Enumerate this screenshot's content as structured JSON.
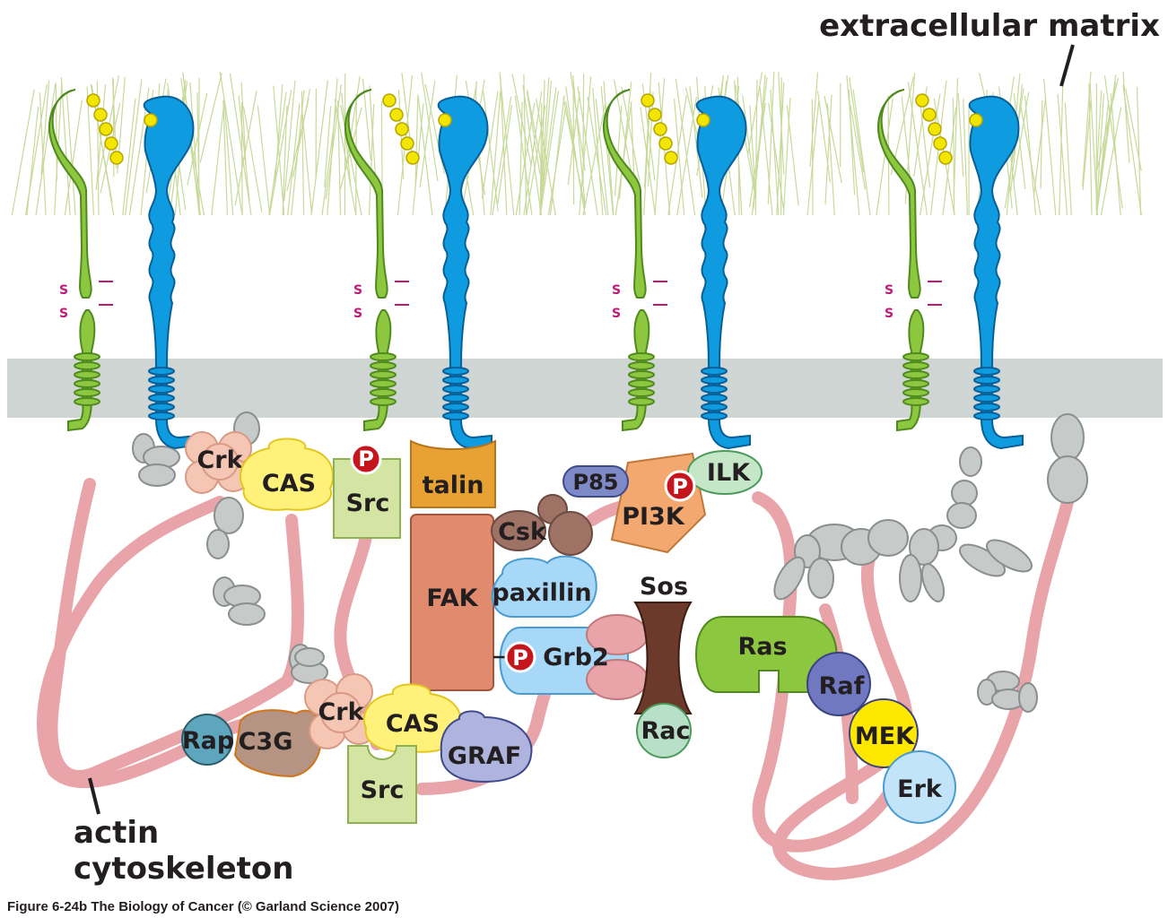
{
  "labels": {
    "extracellular_matrix": "extracellular matrix",
    "actin_cytoskeleton_line1": "actin",
    "actin_cytoskeleton_line2": "cytoskeleton",
    "caption": "Figure 6-24b  The Biology of Cancer (© Garland Science 2007)",
    "disulfide": "S",
    "phospho": "P"
  },
  "proteins": {
    "crk_top": "Crk",
    "cas_top": "CAS",
    "src_top": "Src",
    "talin": "talin",
    "fak": "FAK",
    "csk": "Csk",
    "p85": "P85",
    "pi3k": "PI3K",
    "ilk": "ILK",
    "paxillin": "paxillin",
    "sos": "Sos",
    "grb2": "Grb2",
    "rac": "Rac",
    "ras": "Ras",
    "raf": "Raf",
    "mek": "MEK",
    "erk": "Erk",
    "rap": "Rap",
    "c3g": "C3G",
    "crk_bottom": "Crk",
    "cas_bottom": "CAS",
    "src_bottom": "Src",
    "graf": "GRAF"
  },
  "colors": {
    "alpha_integrin": "#8dc63f",
    "beta_integrin": "#0e9be0",
    "membrane": "#cfd5d2",
    "actin": "#e8a4a8",
    "ecm_fibers": "#c8d99a",
    "gray_protein": "#c6cac8",
    "phospho_red": "#c4161c"
  }
}
